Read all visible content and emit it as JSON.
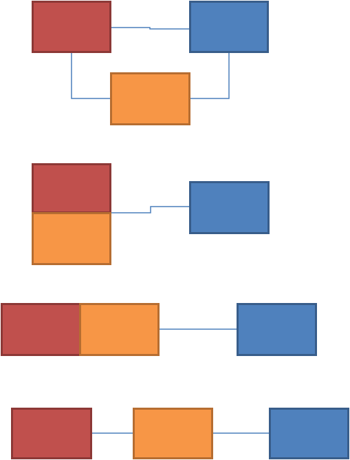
{
  "colors": {
    "red_fill": "#C0504D",
    "red_border": "#8C3836",
    "blue_fill": "#4F81BD",
    "blue_border": "#385D8A",
    "orange_fill": "#F79646",
    "orange_border": "#B66D31",
    "connector": "#4A7EBB"
  },
  "diagrams": [
    {
      "name": "diagram-1",
      "boxes": [
        "red",
        "blue",
        "orange"
      ]
    },
    {
      "name": "diagram-2",
      "boxes": [
        "red",
        "orange",
        "blue"
      ]
    },
    {
      "name": "diagram-3",
      "boxes": [
        "red",
        "orange",
        "blue"
      ]
    },
    {
      "name": "diagram-4",
      "boxes": [
        "red",
        "orange",
        "blue"
      ]
    }
  ]
}
